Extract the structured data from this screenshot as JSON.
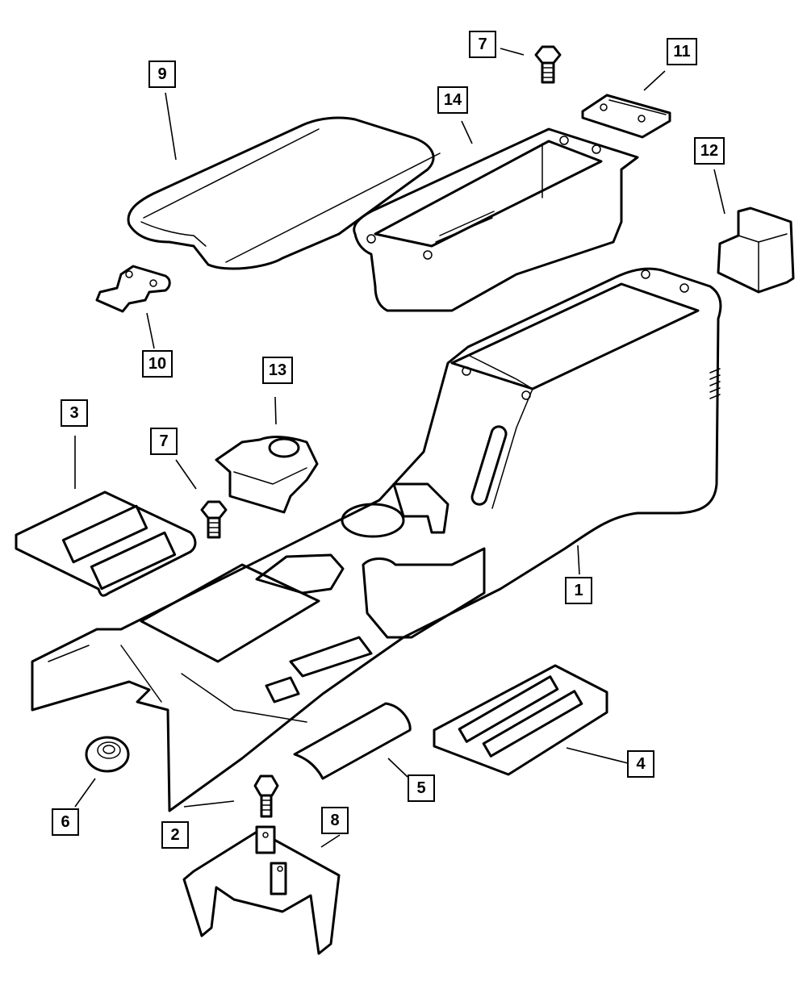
{
  "diagram": {
    "title": "Floor Console Exploded View",
    "line_color": "#000000",
    "background": "#ffffff",
    "callouts": [
      {
        "id": "c1",
        "label": "1",
        "part": "floor-console-body"
      },
      {
        "id": "c2",
        "label": "2",
        "part": "console-screw"
      },
      {
        "id": "c3",
        "label": "3",
        "part": "front-bin-mat"
      },
      {
        "id": "c4",
        "label": "4",
        "part": "rear-bin-mat"
      },
      {
        "id": "c5",
        "label": "5",
        "part": "trim-panel"
      },
      {
        "id": "c6",
        "label": "6",
        "part": "grommet"
      },
      {
        "id": "c7a",
        "label": "7",
        "part": "armrest-bolt-upper"
      },
      {
        "id": "c7b",
        "label": "7",
        "part": "armrest-bolt-lower"
      },
      {
        "id": "c8",
        "label": "8",
        "part": "mounting-bracket"
      },
      {
        "id": "c9",
        "label": "9",
        "part": "armrest-lid"
      },
      {
        "id": "c10",
        "label": "10",
        "part": "latch"
      },
      {
        "id": "c11",
        "label": "11",
        "part": "hinge"
      },
      {
        "id": "c12",
        "label": "12",
        "part": "power-outlet-bezel"
      },
      {
        "id": "c13",
        "label": "13",
        "part": "shift-boot-bezel"
      },
      {
        "id": "c14",
        "label": "14",
        "part": "storage-bin-tray"
      }
    ]
  }
}
